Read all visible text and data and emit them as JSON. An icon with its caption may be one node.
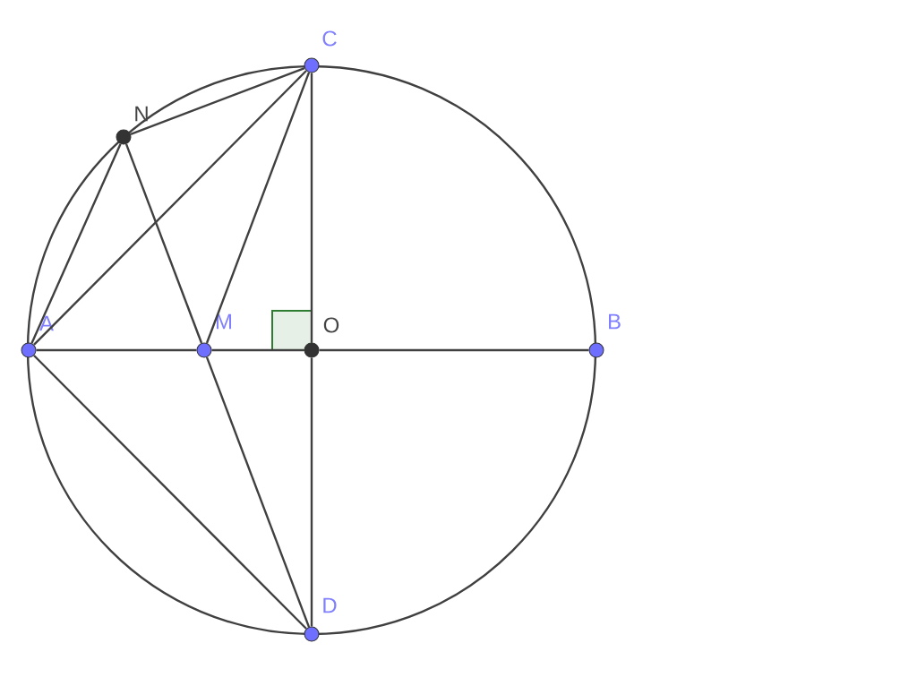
{
  "diagram": {
    "nodes": [
      {
        "text": [
          "C"
        ]
      },
      {
        "text": [
          "N"
        ]
      },
      {
        "text": [
          "A"
        ]
      },
      {
        "text": [
          "M"
        ]
      },
      {
        "text": [
          "O"
        ]
      },
      {
        "text": [
          "B"
        ]
      },
      {
        "text": [
          "D"
        ]
      }
    ],
    "edges": [
      {
        "from": 1,
        "to": 0,
        "arrow": "none"
      },
      {
        "from": 1,
        "to": 2,
        "arrow": "none"
      },
      {
        "from": 2,
        "to": 0,
        "arrow": "none"
      },
      {
        "from": 3,
        "to": 0,
        "arrow": "none"
      },
      {
        "from": 0,
        "to": 4,
        "arrow": "none"
      },
      {
        "from": 4,
        "to": 6,
        "arrow": "none"
      },
      {
        "from": 2,
        "to": 3,
        "arrow": "none"
      },
      {
        "from": 3,
        "to": 4,
        "arrow": "none"
      },
      {
        "from": 4,
        "to": 5,
        "arrow": "none"
      },
      {
        "from": 1,
        "to": 3,
        "arrow": "none"
      },
      {
        "from": 3,
        "to": 6,
        "arrow": "none"
      },
      {
        "from": 2,
        "to": 6,
        "arrow": "none"
      }
    ]
  }
}
